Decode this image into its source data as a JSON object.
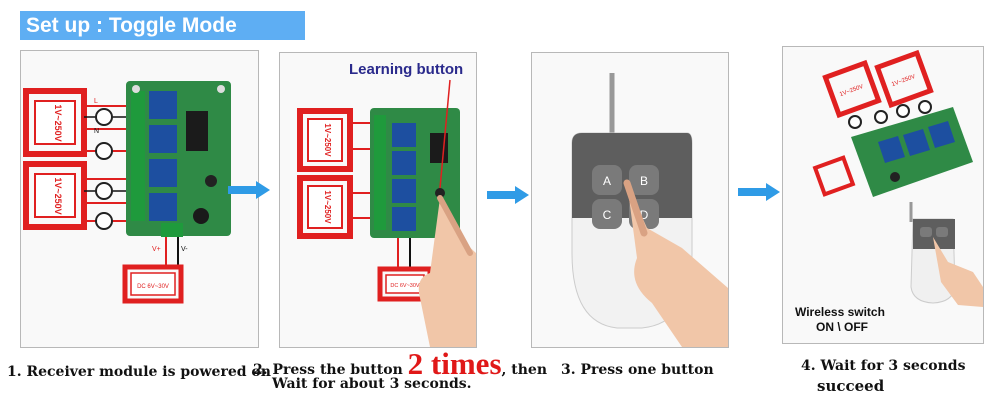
{
  "header": {
    "title": "Set up : Toggle Mode",
    "color": "#5eaef3"
  },
  "panel2": {
    "learning_label": "Learning button"
  },
  "panel4": {
    "wireless_line1": "Wireless switch",
    "wireless_line2": "ON \\ OFF"
  },
  "module": {
    "ac_label": "1V~250V",
    "dc_label": "DC  6V~30V",
    "terminal_L": "L",
    "terminal_N": "N",
    "dc_plus": "V+",
    "dc_minus": "V-"
  },
  "remote": {
    "btn_a": "A",
    "btn_b": "B",
    "btn_c": "C",
    "btn_d": "D"
  },
  "steps": {
    "s1": "1. Receiver module is powered on",
    "s2_pre": "2. Press the button",
    "s2_big": "2 times",
    "s2_post": ", then",
    "s2_line2": "Wait for about 3 seconds.",
    "s3": "3. Press one button",
    "s4_line1": "4. Wait for 3 seconds",
    "s4_line2": "succeed"
  },
  "colors": {
    "arrow": "#2f9be6",
    "pcb": "#2f8a46",
    "relay": "#1d4fa0",
    "wire_red": "#e02020",
    "step_accent": "#e01818"
  }
}
